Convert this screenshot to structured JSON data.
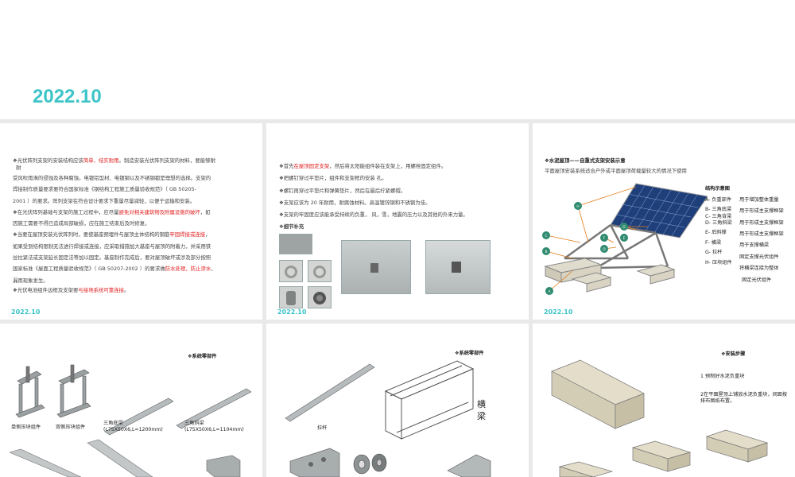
{
  "cover": {
    "date": "2022.10"
  },
  "slide1": {
    "footer": "2022.10",
    "p1a": "❖光伏阵列支架的安装结构应该",
    "p1b": "简单、结实耐用",
    "p1c": "。制造安装光伏阵列支架的材料，要能够耐",
    "p2": "受风吹雨淋的侵蚀及各种腐蚀。电镀铝型材、电镀钢以及不锈钢都是理想的选择。支架的",
    "p3": "焊接制作质量要求要符合国家标准《钢结构工程施工质量验收规范》（ GB 50205-",
    "p4": "2001 ）的要求。阵列支架在符合设计要求下重量尽量减轻，以便于运输和安装。",
    "p5a": "❖在光伏阵列基础与支架的施工过程中，应尽量",
    "p5b": "避免对相关建筑物及附属设施的破坏",
    "p5c": "，如",
    "p6": "因施工需要不得已造成局部破损，应在施工结束后及时修复。",
    "p7a": "❖当要在屋顶安装光伏阵列时，要使基座预埋件与屋顶主体结构的钢筋",
    "p7b": "牢固焊接或连接",
    "p7c": "，",
    "p8": "如果受到结构限制无法进行焊接或连接，应采取措施加大基座与屋顶的附着力，并采用铁",
    "p9": "丝拉紧法或支架延长固定法等加以固定。基座制作完成后，要对屋顶破坏或涉及部分按照",
    "p10a": "国家标准《屋面工程质量验收规范》（ GB 50207-2002 ）的要求做",
    "p10b": "防水处理，防止渗水",
    "p10c": "、",
    "p11": "漏雨现象发生。",
    "p12a": "❖光伏电池组件边框及支架要",
    "p12b": "与接地系统可靠连接",
    "p12c": "。"
  },
  "slide2": {
    "footer": "2022.10",
    "p1a": "❖首先",
    "p1b": "在屋顶固定支架",
    "p1c": "，然后将太阳能组件装在支架上，用螺栓固定组件。",
    "p2": "❖把螺钉穿过平垫片，组件和支架框的安装   孔。",
    "p3": "❖螺钉再穿过平垫片和弹簧垫片，然后在最后拧紧螺帽。",
    "p4": "❖支架应该为 20 年耐用，耐腐蚀材料。高温镀锌钢和不锈钢为佳。",
    "p5": "❖支架的牢固度应该能承受持续的负重， 风，雪，地震的压力以及其他的外来力量。",
    "detail": "❖细节补充"
  },
  "slide3": {
    "footer": "2022.10",
    "title": "❖水泥屋顶——自重式支架安装示意",
    "subtitle": "平面屋顶安装系统适合户外或平面屋顶荷载量较大的情况下使用",
    "struct_title": "结构示意图",
    "legend_left": [
      "A- 负重部件",
      "B- 三角底梁  C- 三角背梁  D- 三角斜梁",
      "E- 后斜撑",
      "F- 横梁",
      "G- 拉杆",
      "H- 压块组件"
    ],
    "legend_right": [
      "用于增加整体重量",
      "用于形成主支撑框架",
      "用于形成主支撑框架",
      "用于形成主支撑框架",
      "用于支撑横梁",
      "固定支撑光伏组件",
      "将横梁连接为整体",
      "固定光伏组件"
    ],
    "callouts": [
      "H",
      "G",
      "E",
      "F",
      "D",
      "C",
      "B",
      "A"
    ]
  },
  "slide4": {
    "title": "❖系统零部件",
    "parts": [
      "单侧压块组件",
      "双侧压块组件",
      "三角底梁\n(L75X50X6,L=1200mm)",
      "三角斜梁\n(L75X50X6,L=1104mm)"
    ]
  },
  "slide5": {
    "title": "❖系统零部件",
    "parts": [
      "拉杆",
      "横\n梁"
    ]
  },
  "slide6": {
    "title": "❖安装步骤",
    "step1": "1 预制好水泥负重块",
    "step2": "2在平面屋顶上铺放水泥负重块，间距按排布图纸布置。"
  }
}
